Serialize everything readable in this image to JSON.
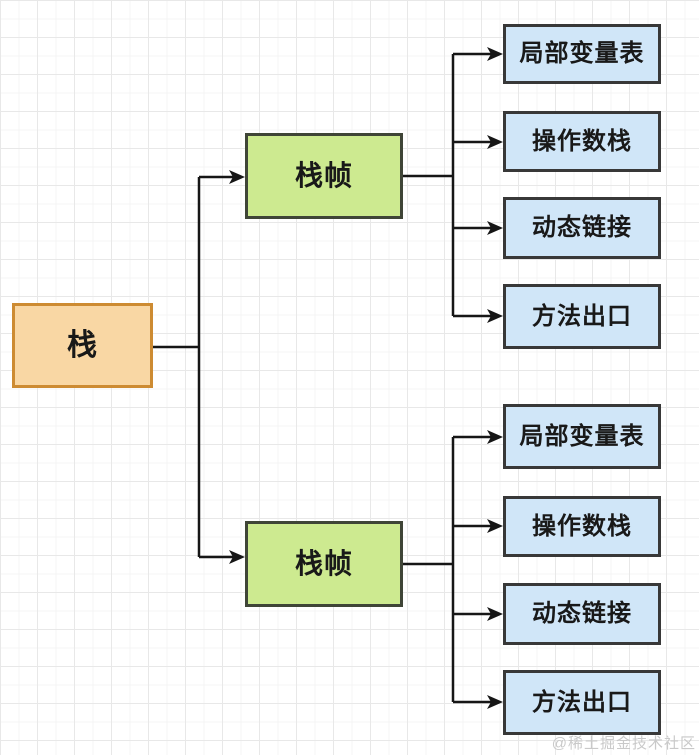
{
  "diagram": {
    "nodes": {
      "stack": {
        "label": "栈"
      },
      "frame_top": {
        "label": "栈帧"
      },
      "frame_bottom": {
        "label": "栈帧"
      },
      "top_children": [
        {
          "label": "局部变量表"
        },
        {
          "label": "操作数栈"
        },
        {
          "label": "动态链接"
        },
        {
          "label": "方法出口"
        }
      ],
      "bottom_children": [
        {
          "label": "局部变量表"
        },
        {
          "label": "操作数栈"
        },
        {
          "label": "动态链接"
        },
        {
          "label": "方法出口"
        }
      ]
    }
  },
  "watermark": "@稀土掘金技术社区",
  "colors": {
    "stack_fill": "#F9D7A4",
    "stack_border": "#CD8B32",
    "frame_fill": "#CDEA90",
    "frame_border": "#3F4537",
    "child_fill": "#D0E6F8",
    "child_border": "#383838",
    "connector": "#161616",
    "grid_minor": "#F4F4F4",
    "grid_major": "#E8E8E8",
    "text": "#191919",
    "watermark_color": "#C9C9C9"
  }
}
